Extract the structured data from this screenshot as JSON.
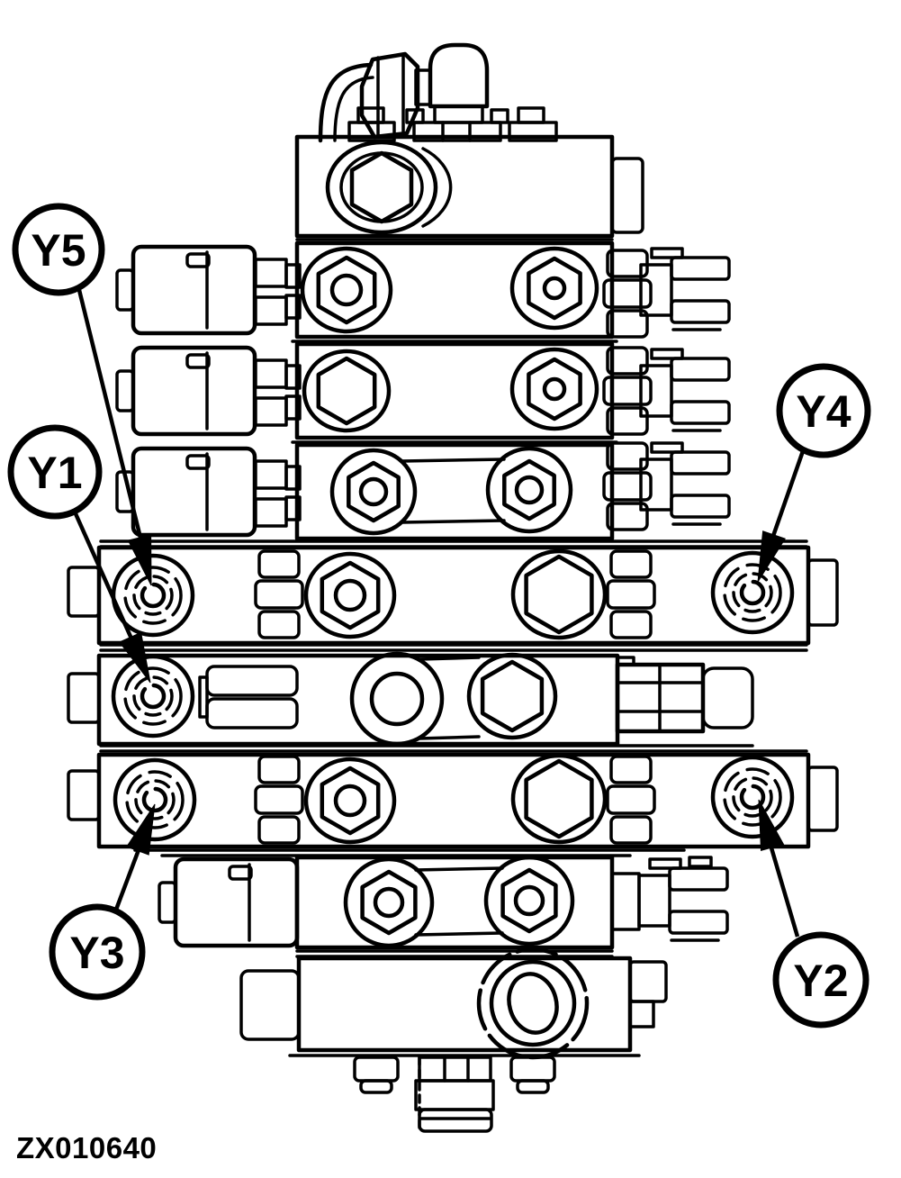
{
  "figure": {
    "code": "ZX010640"
  },
  "callouts": [
    {
      "label": "Y1"
    },
    {
      "label": "Y2"
    },
    {
      "label": "Y3"
    },
    {
      "label": "Y4"
    },
    {
      "label": "Y5"
    }
  ],
  "colors": {
    "line": "#000000",
    "background": "#ffffff"
  }
}
